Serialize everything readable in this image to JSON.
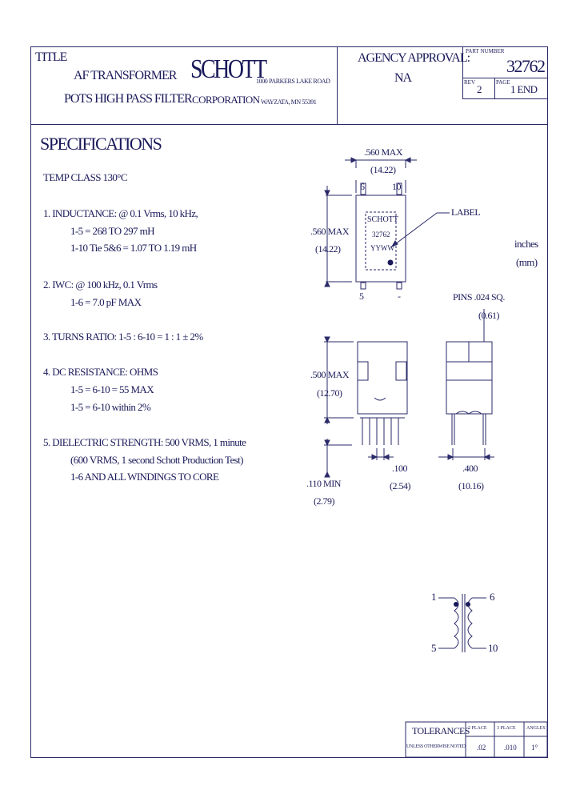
{
  "title_block": {
    "title_label": "TITLE",
    "title_line1": "AF TRANSFORMER",
    "title_line2": "POTS HIGH PASS FILTER",
    "company": "SCHOTT",
    "company_sub": "CORPORATION",
    "address_line1": "1000 PARKERS LAKE ROAD",
    "address_line2": "WAYZATA, MN  55391",
    "agency_label": "AGENCY APPROVAL:",
    "agency_value": "NA",
    "part_number_label": "PART NUMBER",
    "part_number": "32762",
    "rev_label": "REV",
    "rev_value": "2",
    "page_label": "PAGE",
    "page_value": "1 END"
  },
  "specs": {
    "heading": "SPECIFICATIONS",
    "temp_class": "TEMP CLASS 130°C",
    "inductance_1": "1.  INDUCTANCE: @ 0.1 Vrms, 10 kHz,",
    "inductance_2": "1-5 = 268 TO 297 mH",
    "inductance_3": "1-10 Tie 5&6 = 1.07 TO 1.19 mH",
    "iwc_1": "2.  IWC: @ 100 kHz, 0.1 Vrms",
    "iwc_2": "1-6 = 7.0 pF MAX",
    "turns": "3.  TURNS RATIO: 1-5 : 6-10 = 1 : 1 ± 2%",
    "dcr_1": "4.  DC RESISTANCE: OHMS",
    "dcr_2": "1-5 = 6-10 = 55 MAX",
    "dcr_3": "1-5 = 6-10 within 2%",
    "diel_1": "5.  DIELECTRIC STRENGTH: 500 VRMS, 1 minute",
    "diel_2": "(600 VRMS, 1 second Schott Production Test)",
    "diel_3": "1-6 AND ALL WINDINGS TO CORE"
  },
  "drawing": {
    "dim_width": ".560 MAX",
    "dim_width_mm": "(14.22)",
    "pin_6": "6",
    "pin_10": "10",
    "pin_5": "5",
    "pin_dash": "-",
    "label_schott": "SCHOTT",
    "label_part": "32762",
    "label_code": "YYWW",
    "label_callout": "LABEL",
    "dim_height": ".560 MAX",
    "dim_height_mm": "(14.22)",
    "units_1": "inches",
    "units_2": "(mm)",
    "pins_spec": "PINS .024 SQ.",
    "pins_spec_mm": "(0.61)",
    "dim_body": ".500 MAX",
    "dim_body_mm": "(12.70)",
    "dim_pitch": ".100",
    "dim_pitch_mm": "(2.54)",
    "dim_row": ".400",
    "dim_row_mm": "(10.16)",
    "dim_pin_len": ".110 MIN",
    "dim_pin_len_mm": "(2.79)",
    "sch_1": "1",
    "sch_5": "5",
    "sch_6": "6",
    "sch_10": "10"
  },
  "tolerances": {
    "label": "TOLERANCES",
    "sub": "UNLESS OTHERWISE NOTED",
    "col1": "2 PLACE",
    "col2": "3 PLACE",
    "col3": "ANGLES",
    "val1": ".02",
    "val2": ".010",
    "val3": "1°"
  }
}
